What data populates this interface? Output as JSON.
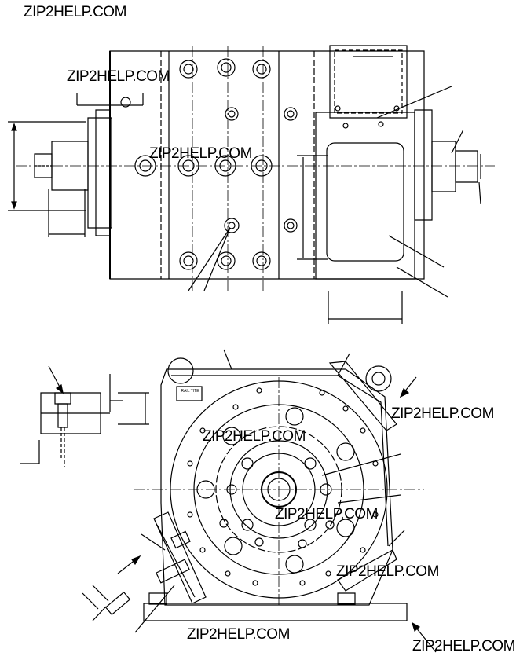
{
  "watermark": {
    "header": "ZIP2HELP.COM",
    "overlays": [
      "ZIP2HELP.COM",
      "ZIP2HELP.COM",
      "ZIP2HELP.COM",
      "ZIP2HELP.COM",
      "ZIP2HELP.COM",
      "ZIP2HELP.COM",
      "ZIP2HELP.COM",
      "ZIP2HELP.COM"
    ]
  },
  "drawing": {
    "nameplate_text": "RAIL TITE"
  }
}
